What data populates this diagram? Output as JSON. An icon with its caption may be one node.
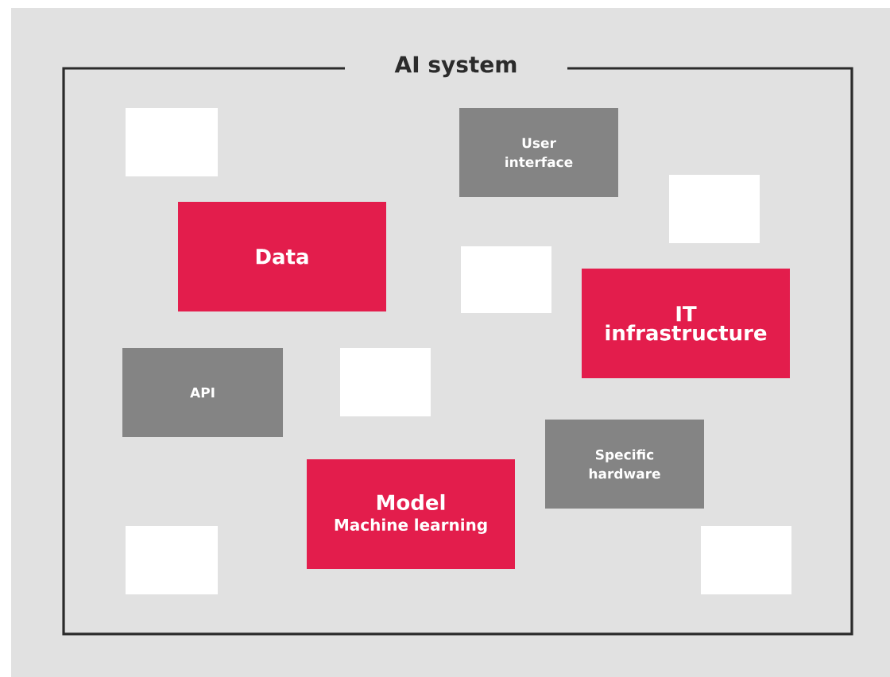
{
  "diagram": {
    "nodes": [
      {
        "text": [
          "AI system"
        ]
      },
      {
        "text": [],
        "shape": "box",
        "in": 0
      },
      {
        "text": [
          "User interface"
        ],
        "in": 0
      },
      {
        "text": [],
        "shape": "box",
        "in": 0
      },
      {
        "text": [
          "Data"
        ],
        "in": 0
      },
      {
        "text": [],
        "shape": "box",
        "in": 0
      },
      {
        "text": [
          "IT infrastructure"
        ],
        "in": 0
      },
      {
        "text": [
          "API"
        ],
        "in": 0
      },
      {
        "text": [],
        "shape": "box",
        "in": 0
      },
      {
        "text": [
          "Specific hardware"
        ],
        "in": 0
      },
      {
        "text": [
          "Model",
          "Machine learning"
        ],
        "in": 0
      },
      {
        "text": [],
        "shape": "box",
        "in": 0
      },
      {
        "text": [],
        "shape": "box",
        "in": 0
      }
    ]
  }
}
